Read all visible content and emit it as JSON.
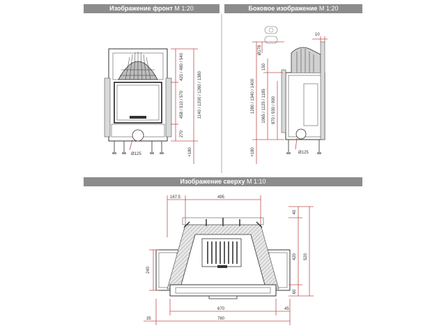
{
  "headers": {
    "front": {
      "bold": "Изображение фронт",
      "scale": "M 1:20"
    },
    "side": {
      "bold": "Боковое изображение",
      "scale": "M 1:20"
    },
    "top": {
      "bold": "Изображение сверху",
      "scale": "M 1:10"
    }
  },
  "front_dims": {
    "top_height": "420 / 480 / 540",
    "mid_height": "458 / 510 / 570",
    "total_height": "1140 / 1200 / 1260 / 1380",
    "base": "270",
    "foot": "+180",
    "pipe": "Ø125"
  },
  "side_dims": {
    "flue": "Ø178",
    "depth_top": "10",
    "s150": "150",
    "left_total": "1280 / 1340 / 1400",
    "mid_total": "1065 / 1125 / 1185",
    "inner": "870 / 930 / 990",
    "foot": "+180",
    "pipe": "Ø125"
  },
  "top_dims": {
    "left_offset": "167,5",
    "width_top": "495",
    "r40": "40",
    "r420": "420",
    "r520": "520",
    "r60": "60",
    "left240": "240",
    "w670": "670",
    "r45": "45",
    "l35": "35",
    "w760": "760"
  }
}
